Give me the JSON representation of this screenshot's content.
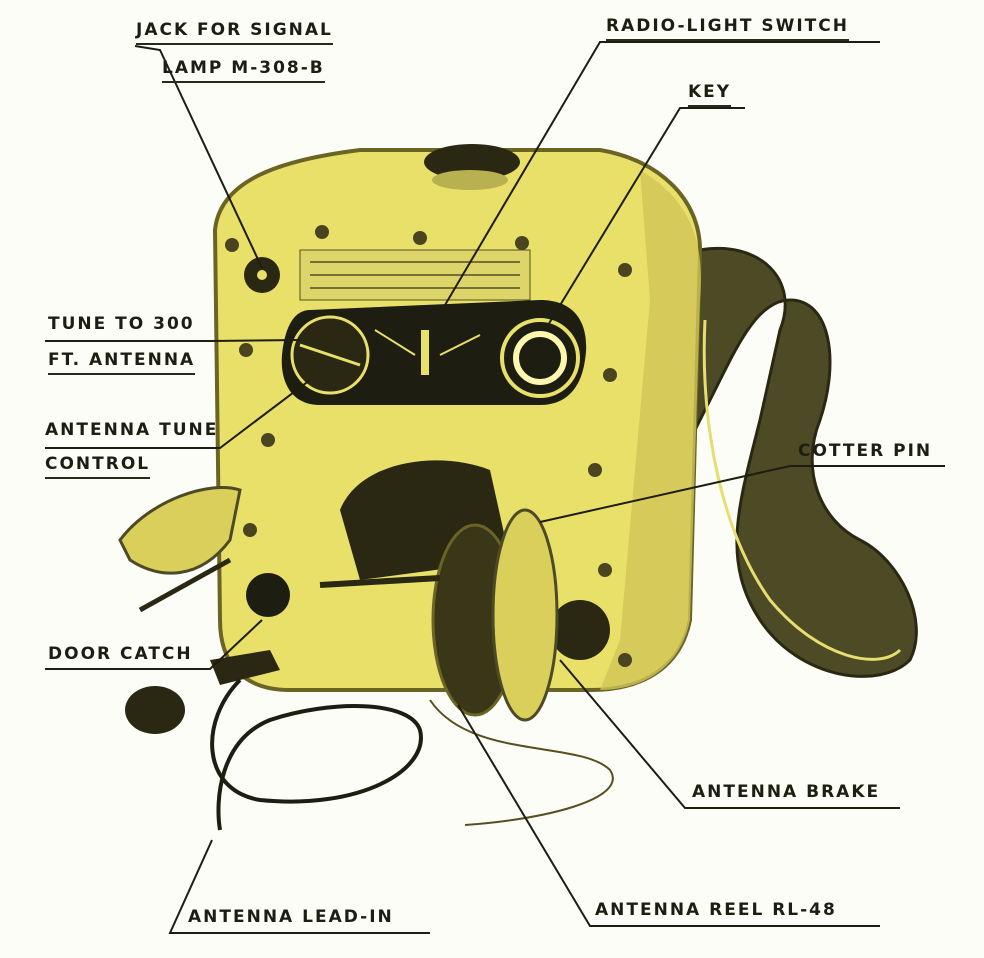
{
  "labels": {
    "jack_line1": "JACK FOR SIGNAL",
    "jack_line2": "LAMP M-308-B",
    "radio_light_switch": "RADIO-LIGHT SWITCH",
    "key": "KEY",
    "tune_line1": "TUNE TO 300",
    "tune_line2": "FT. ANTENNA",
    "antenna_tune_line1": "ANTENNA TUNE",
    "antenna_tune_line2": "CONTROL",
    "cotter_pin": "COTTER PIN",
    "door_catch": "DOOR CATCH",
    "antenna_brake": "ANTENNA BRAKE",
    "antenna_lead_in": "ANTENNA LEAD-IN",
    "antenna_reel": "ANTENNA REEL RL-48"
  },
  "colors": {
    "body": "#e9e06a",
    "shadow": "#6b6424",
    "ink": "#1d1d12"
  }
}
